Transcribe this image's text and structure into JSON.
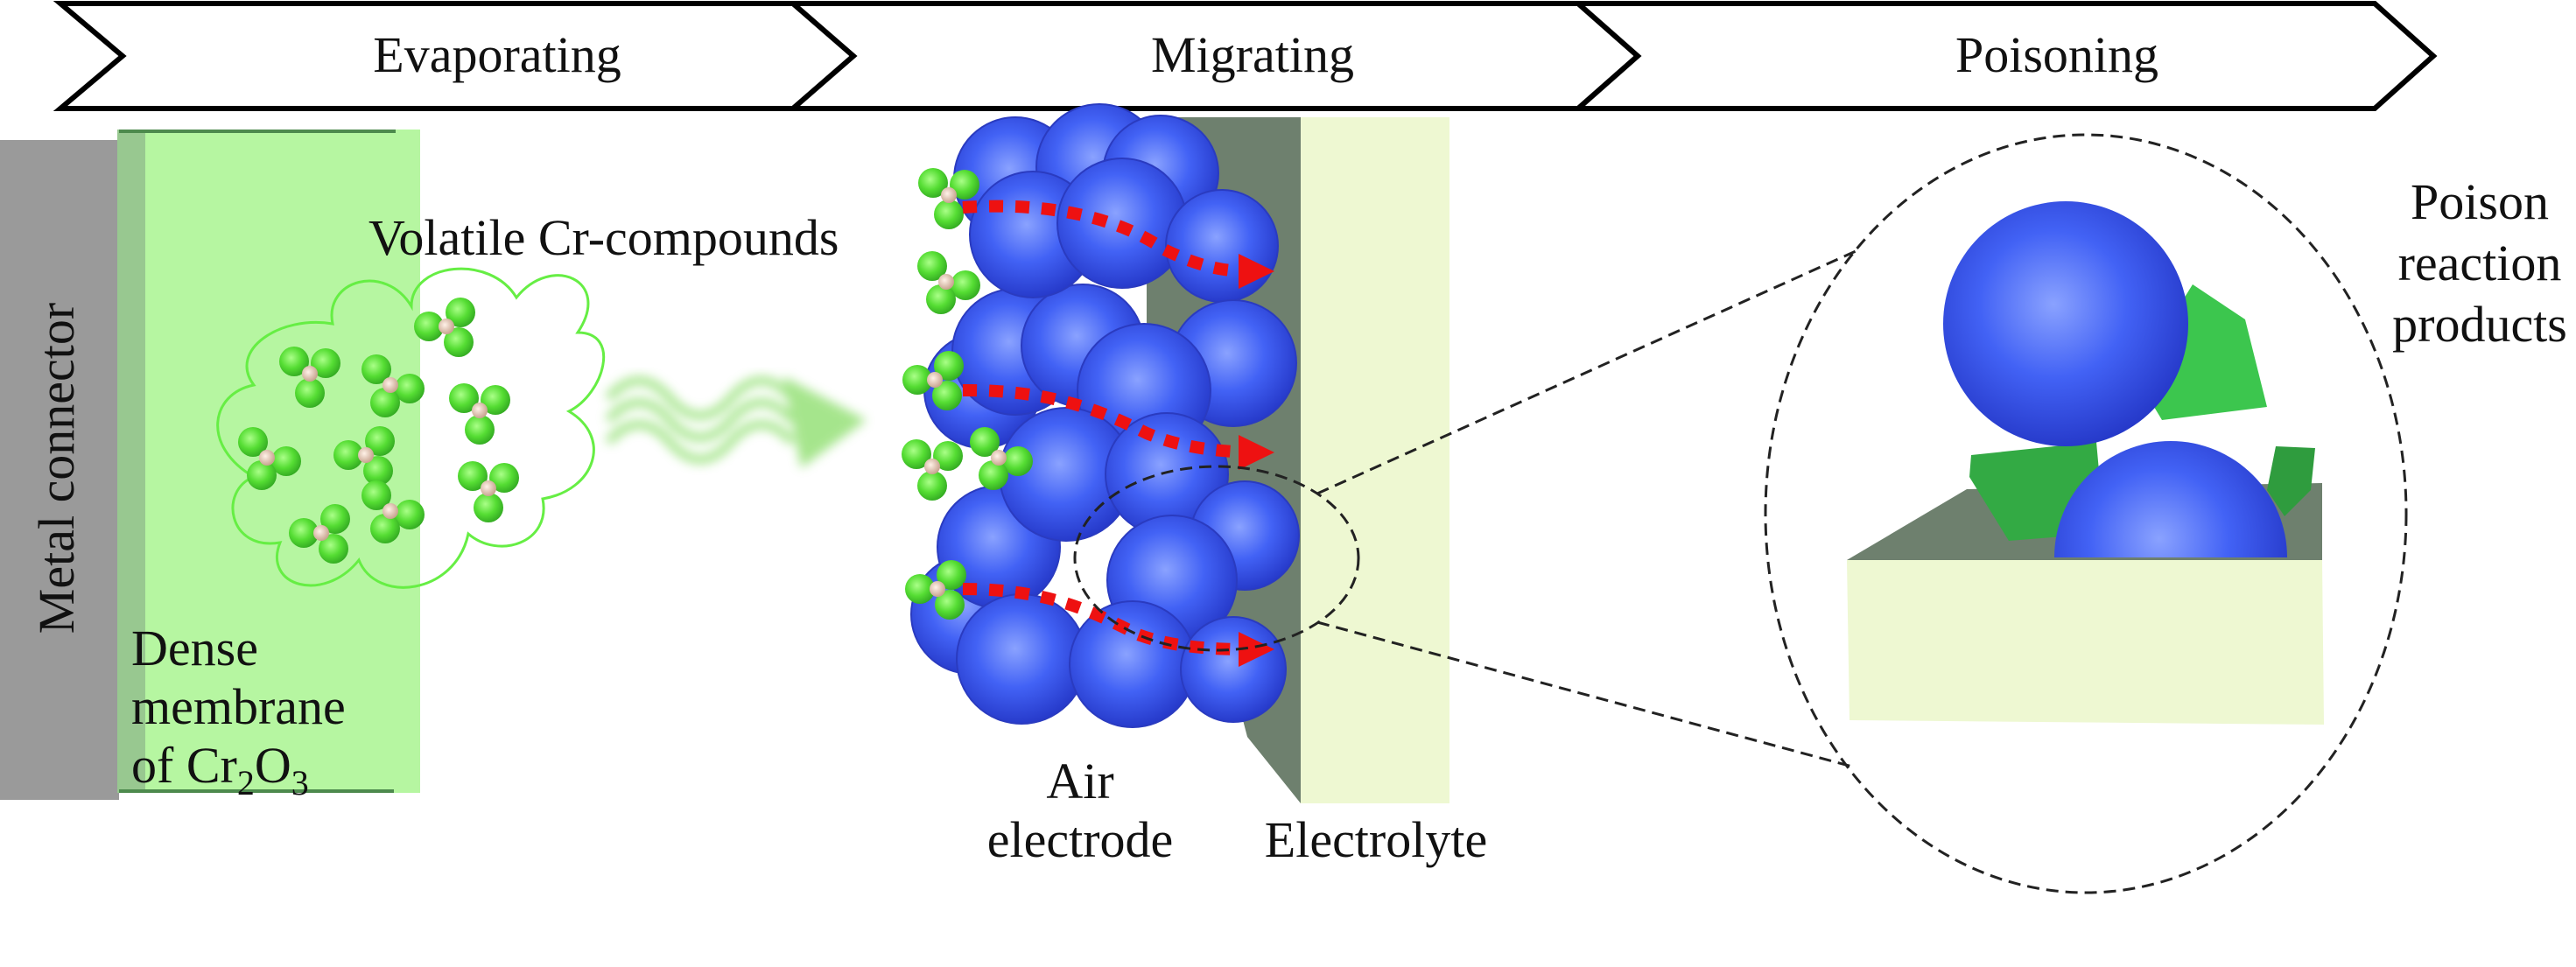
{
  "stages": [
    {
      "label": "Evaporating"
    },
    {
      "label": "Migrating"
    },
    {
      "label": "Poisoning"
    }
  ],
  "labels": {
    "metal_connector": "Metal connector",
    "volatile": "Volatile Cr-compounds",
    "membrane_line1": "Dense",
    "membrane_line2": "membrane",
    "membrane_line3_prefix": "of Cr",
    "membrane_sub1": "2",
    "membrane_mid": "O",
    "membrane_sub2": "3",
    "air_line1": "Air",
    "air_line2": "electrode",
    "electrolyte": "Electrolyte",
    "poison_line1": "Poison",
    "poison_line2": "reaction",
    "poison_line3": "products"
  },
  "colors": {
    "metal": "#9a9a9a",
    "membrane": "#b2f59c",
    "sphere": "#3550ee",
    "molecule": "#55dd33",
    "electrolyte": "#eef8d2",
    "electrolyte_side": "#6e806e",
    "arrow": "#ee1111",
    "product": "#33aa44"
  }
}
